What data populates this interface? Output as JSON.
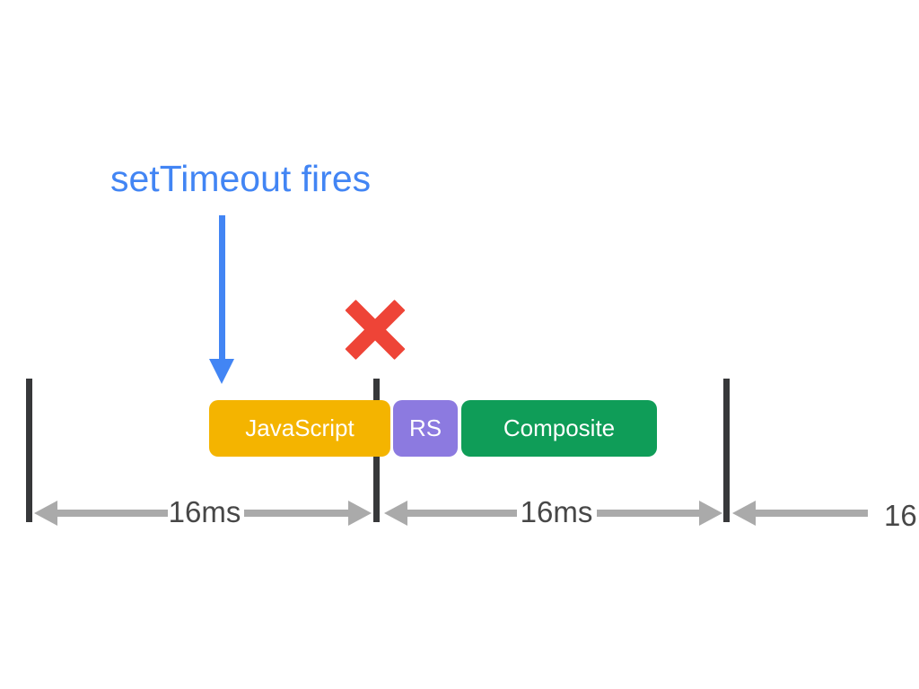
{
  "annotation": {
    "label": "setTimeout fires"
  },
  "tasks": [
    {
      "id": "javascript",
      "label": "JavaScript",
      "color": "#F4B400"
    },
    {
      "id": "rs",
      "label": "RS",
      "color": "#8C7AE0"
    },
    {
      "id": "composite",
      "label": "Composite",
      "color": "#0F9D58"
    }
  ],
  "timeline": {
    "frame_durations": [
      {
        "label": "16ms"
      },
      {
        "label": "16ms"
      },
      {
        "label": "16"
      }
    ]
  },
  "icons": {
    "annotation_arrow": "down-arrow-icon",
    "blocked_marker": "x-cross-icon"
  },
  "colors": {
    "annotation_blue": "#4285F4",
    "x_red": "#EE4437",
    "task_label_text": "#FFFFFF",
    "frame_boundary": "#37383A",
    "measure_arrow": "#AAAAAA",
    "duration_text": "#474747",
    "background": "#FFFFFF"
  }
}
